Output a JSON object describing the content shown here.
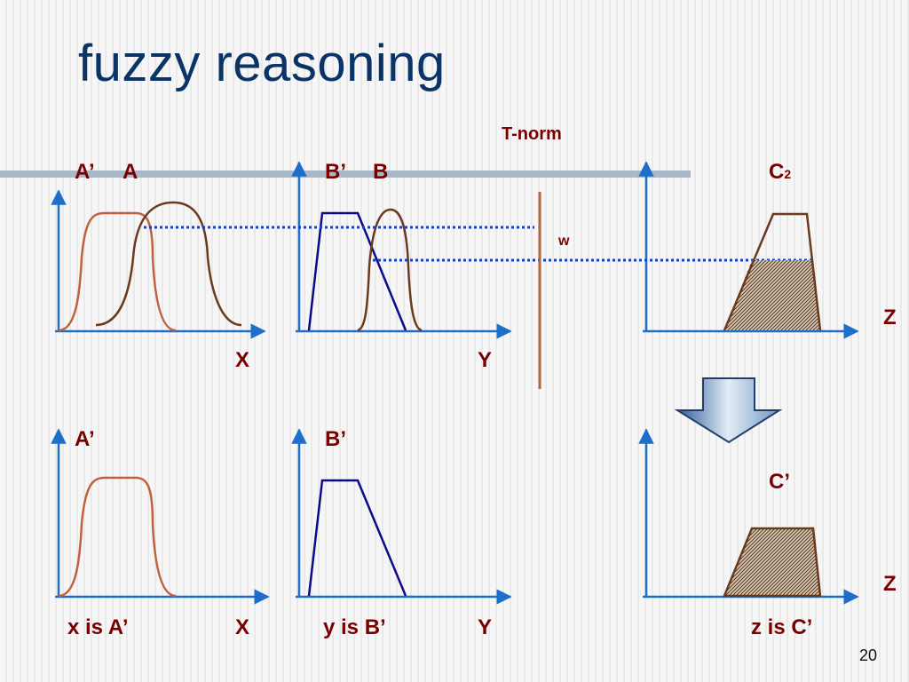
{
  "slide": {
    "title": "fuzzy reasoning",
    "page_number": "20"
  },
  "labels": {
    "t_norm": "T-norm",
    "w": "w",
    "a_prime_top": "A’",
    "a_top": "A",
    "b_prime_top": "B’",
    "b_top": "B",
    "c2_main": "C",
    "c2_sub": "2",
    "x_top": "X",
    "y_top": "Y",
    "z_top": "Z",
    "a_prime_bottom": "A’",
    "b_prime_bottom": "B’",
    "c_prime": "C’",
    "x_bottom": "X",
    "y_bottom": "Y",
    "z_bottom": "Z",
    "x_is_a": "x is A’",
    "y_is_b": "y is B’",
    "z_is_c": "z is C’"
  },
  "colors": {
    "title": "#0b3466",
    "label": "#7a0000",
    "axis": "#1e6fc9",
    "a_prime_curve": "#c0613e",
    "a_curve": "#6b3a1e",
    "b_prime_trapezoid": "#0a0a8a",
    "b_curve": "#6b3a1e",
    "consequent": "#6b3a1e",
    "dotted_line": "#1a3fbf",
    "header_bar": "#a9b8c8",
    "t_norm_line": "#b5673d"
  },
  "icons": {
    "implication_arrow": "down-arrow-icon"
  }
}
